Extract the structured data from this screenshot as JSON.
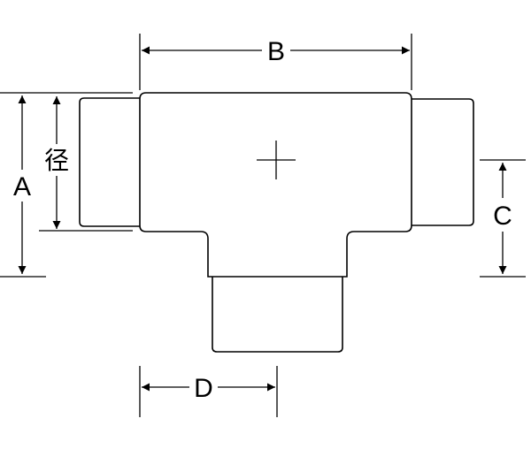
{
  "labels": {
    "a": "A",
    "b": "B",
    "c": "C",
    "d": "D",
    "diameter": "径"
  },
  "colors": {
    "stroke": "#000000",
    "background": "#ffffff"
  }
}
